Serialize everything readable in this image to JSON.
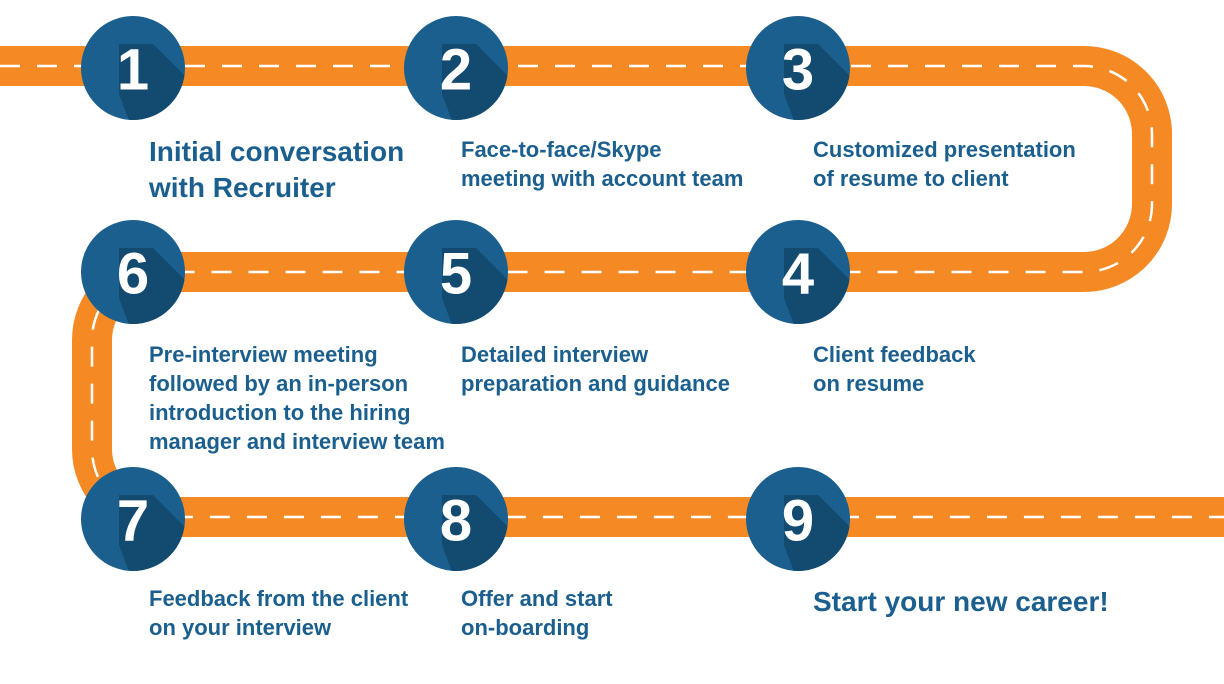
{
  "colors": {
    "road": "#f58a24",
    "road_dash": "#ffffff",
    "badge": "#1b5f8e",
    "badge_shadow": "#124a70",
    "number": "#ffffff",
    "text": "#1b5f8e"
  },
  "steps": [
    {
      "number": "1",
      "lines": [
        "Initial conversation",
        "with Recruiter"
      ]
    },
    {
      "number": "2",
      "lines": [
        "Face-to-face/Skype",
        "meeting with account team"
      ]
    },
    {
      "number": "3",
      "lines": [
        "Customized presentation",
        "of resume to client"
      ]
    },
    {
      "number": "4",
      "lines": [
        "Client feedback",
        "on resume"
      ]
    },
    {
      "number": "5",
      "lines": [
        "Detailed interview",
        "preparation and guidance"
      ]
    },
    {
      "number": "6",
      "lines": [
        "Pre-interview meeting",
        "followed by an in-person",
        "introduction to the hiring",
        "manager and interview team"
      ]
    },
    {
      "number": "7",
      "lines": [
        "Feedback from the client",
        "on your interview"
      ]
    },
    {
      "number": "8",
      "lines": [
        "Offer and start",
        "on-boarding"
      ]
    },
    {
      "number": "9",
      "lines": [
        "Start your new career!"
      ]
    }
  ]
}
